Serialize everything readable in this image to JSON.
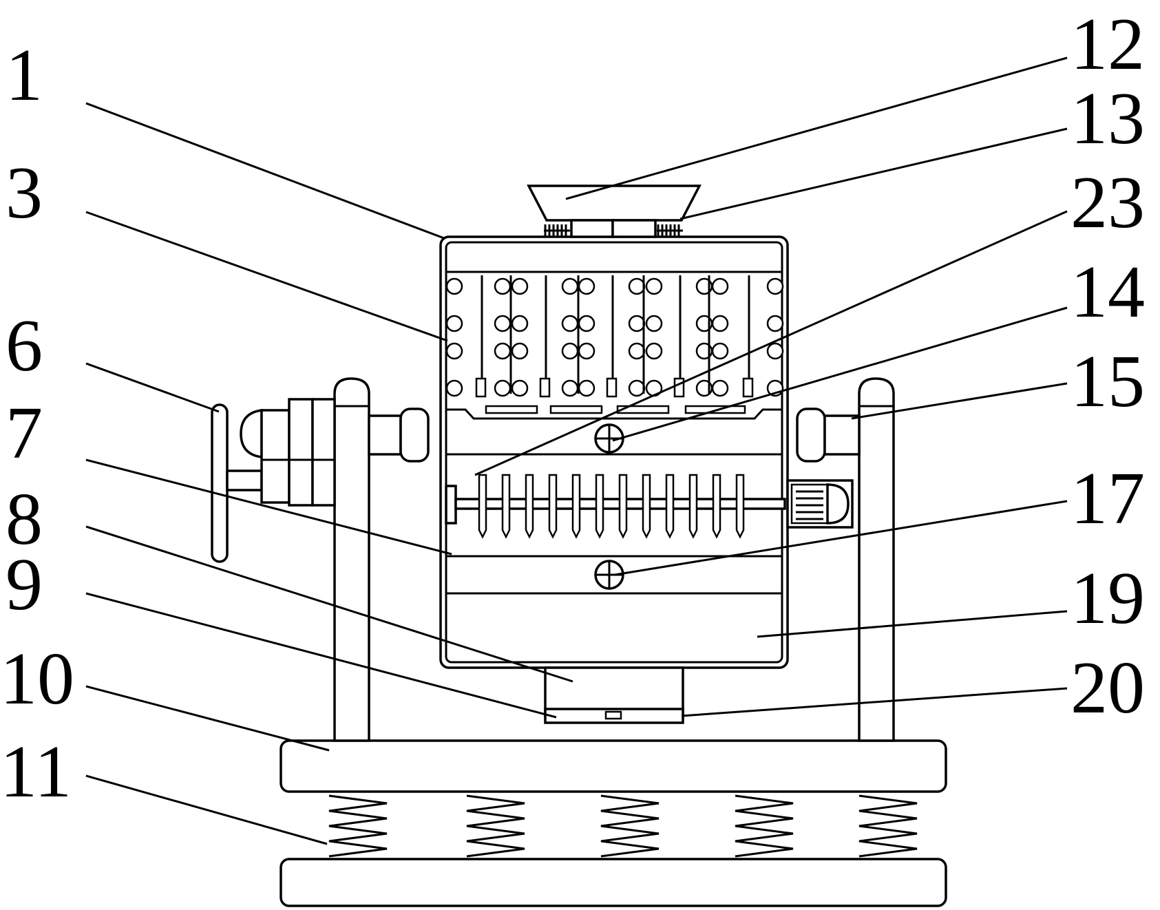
{
  "figure": {
    "labels": [
      {
        "id": "l1",
        "text": "1"
      },
      {
        "id": "l3",
        "text": "3"
      },
      {
        "id": "l6",
        "text": "6"
      },
      {
        "id": "l7",
        "text": "7"
      },
      {
        "id": "l8",
        "text": "8"
      },
      {
        "id": "l9",
        "text": "9"
      },
      {
        "id": "l10",
        "text": "10"
      },
      {
        "id": "l11",
        "text": "11"
      },
      {
        "id": "l12",
        "text": "12"
      },
      {
        "id": "l13",
        "text": "13"
      },
      {
        "id": "l23",
        "text": "23"
      },
      {
        "id": "l14",
        "text": "14"
      },
      {
        "id": "l15",
        "text": "15"
      },
      {
        "id": "l17",
        "text": "17"
      },
      {
        "id": "l19",
        "text": "19"
      },
      {
        "id": "l20",
        "text": "20"
      }
    ],
    "colors": {
      "stroke": "#000000",
      "background": "#ffffff"
    }
  }
}
